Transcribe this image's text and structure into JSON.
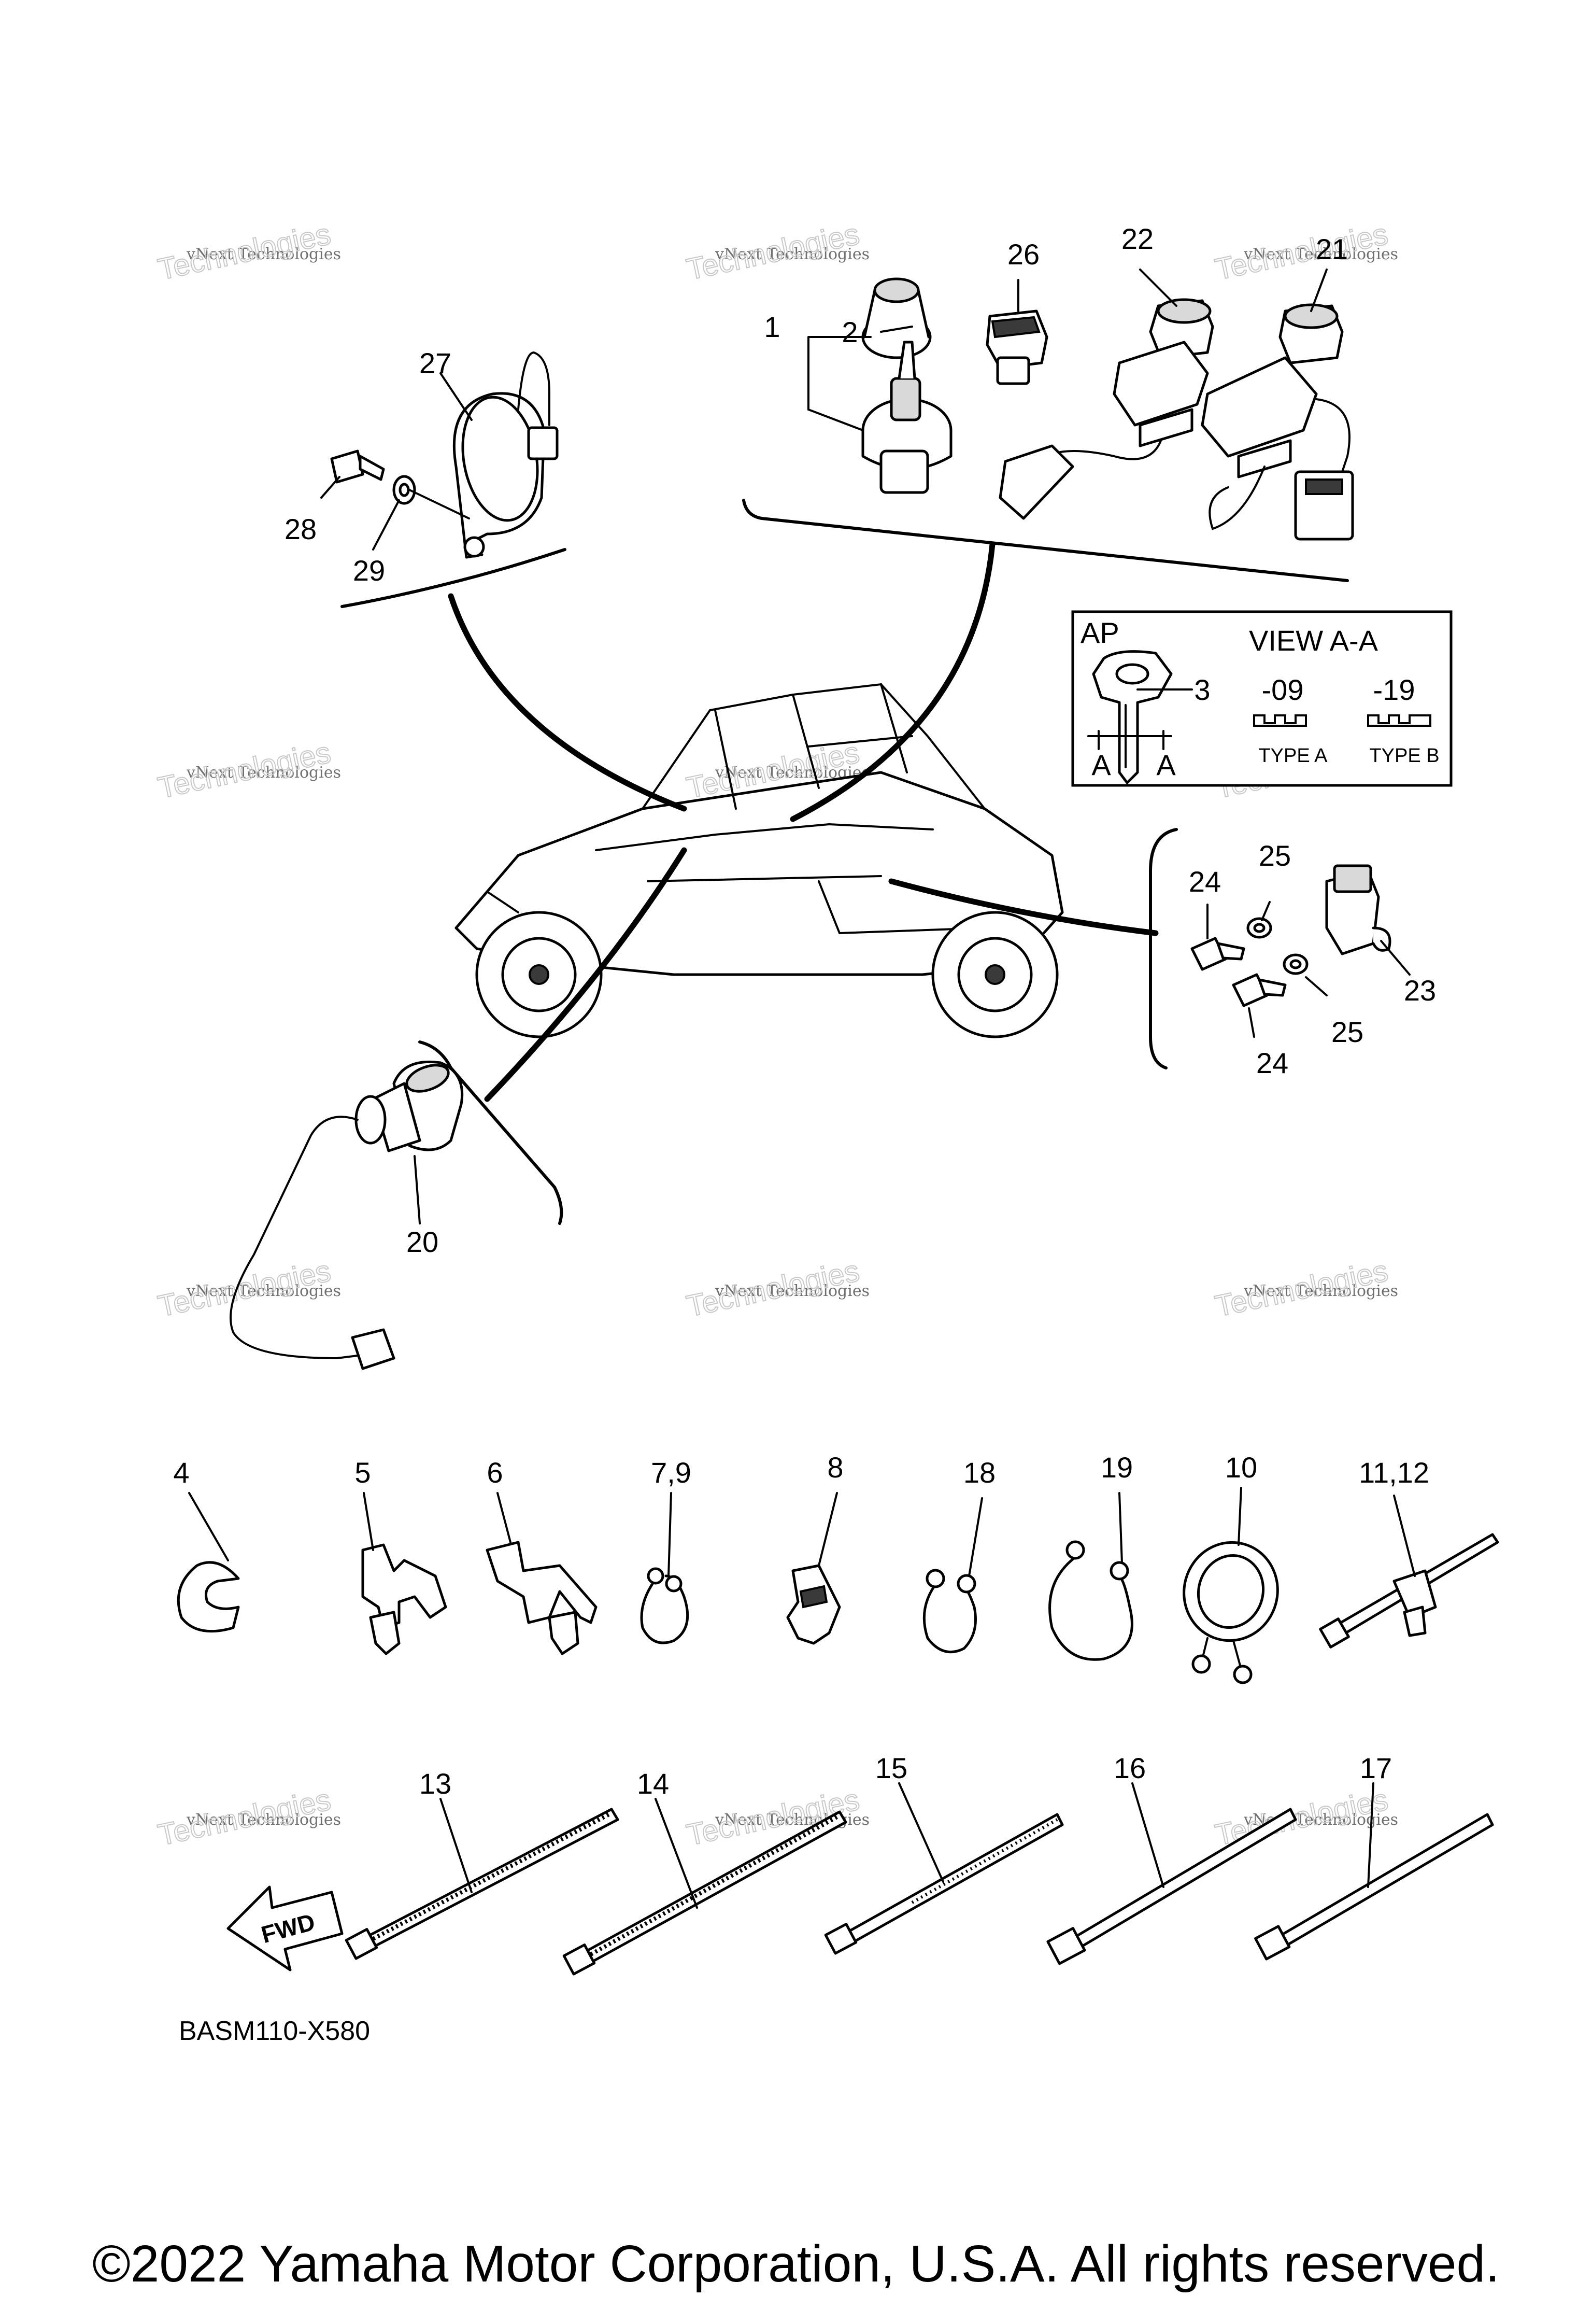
{
  "diagram_code": "BASM110-X580",
  "copyright": "©2022 Yamaha Motor Corporation, U.S.A. All rights reserved.",
  "watermark": {
    "line1": "vNext Technologies",
    "line2": "Technologies"
  },
  "inset": {
    "tag": "AP",
    "view_title": "VIEW A-A",
    "section_label": "A",
    "variant_a_code": "-09",
    "variant_b_code": "-19",
    "variant_a_type": "TYPE A",
    "variant_b_type": "TYPE B"
  },
  "fwd_label": "FWD",
  "callouts": {
    "c1": "1",
    "c2": "2",
    "c3": "3",
    "c4": "4",
    "c5": "5",
    "c6": "6",
    "c79": "7,9",
    "c8": "8",
    "c10": "10",
    "c1112": "11,12",
    "c13": "13",
    "c14": "14",
    "c15": "15",
    "c16": "16",
    "c17": "17",
    "c18": "18",
    "c19": "19",
    "c20": "20",
    "c21": "21",
    "c22": "22",
    "c23": "23",
    "c24a": "24",
    "c24b": "24",
    "c25a": "25",
    "c25b": "25",
    "c26": "26",
    "c27": "27",
    "c28": "28",
    "c29": "29"
  }
}
